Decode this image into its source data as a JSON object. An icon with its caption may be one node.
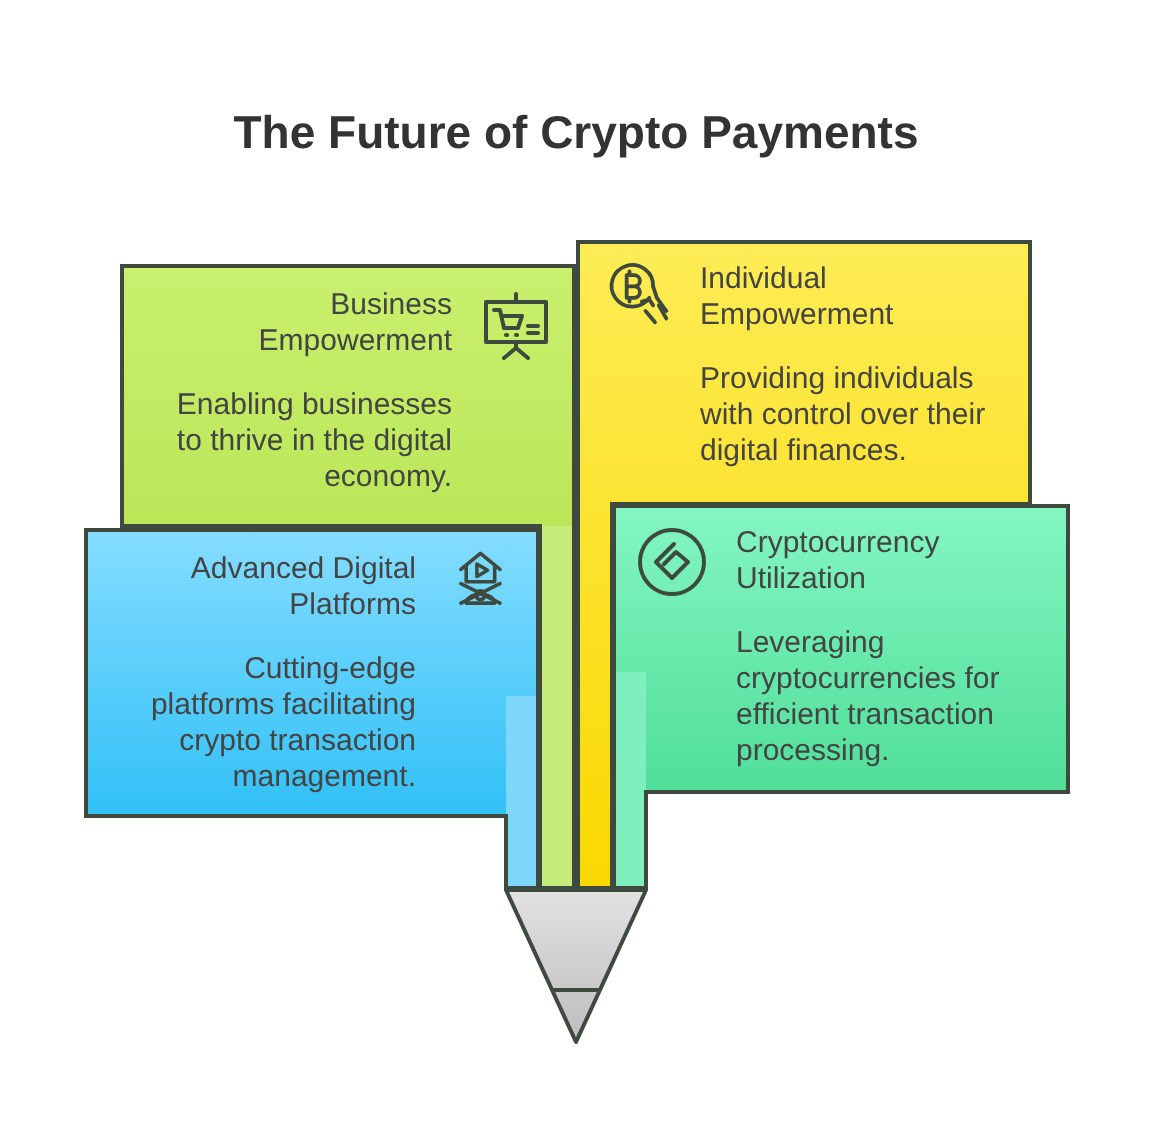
{
  "diagram": {
    "title": "The Future of Crypto Payments",
    "nodes": [
      {
        "text": [
          "Business Empowerment",
          "Enabling businesses to thrive in the digital economy."
        ]
      },
      {
        "text": [
          "Individual Empowerment",
          "Providing individuals with control over their digital finances."
        ]
      },
      {
        "text": [
          "Advanced Digital Platforms",
          "Cutting-edge platforms facilitating crypto transaction management."
        ]
      },
      {
        "text": [
          "Cryptocurrency Utilization",
          "Leveraging cryptocurrencies for efficient transaction processing."
        ]
      }
    ]
  }
}
